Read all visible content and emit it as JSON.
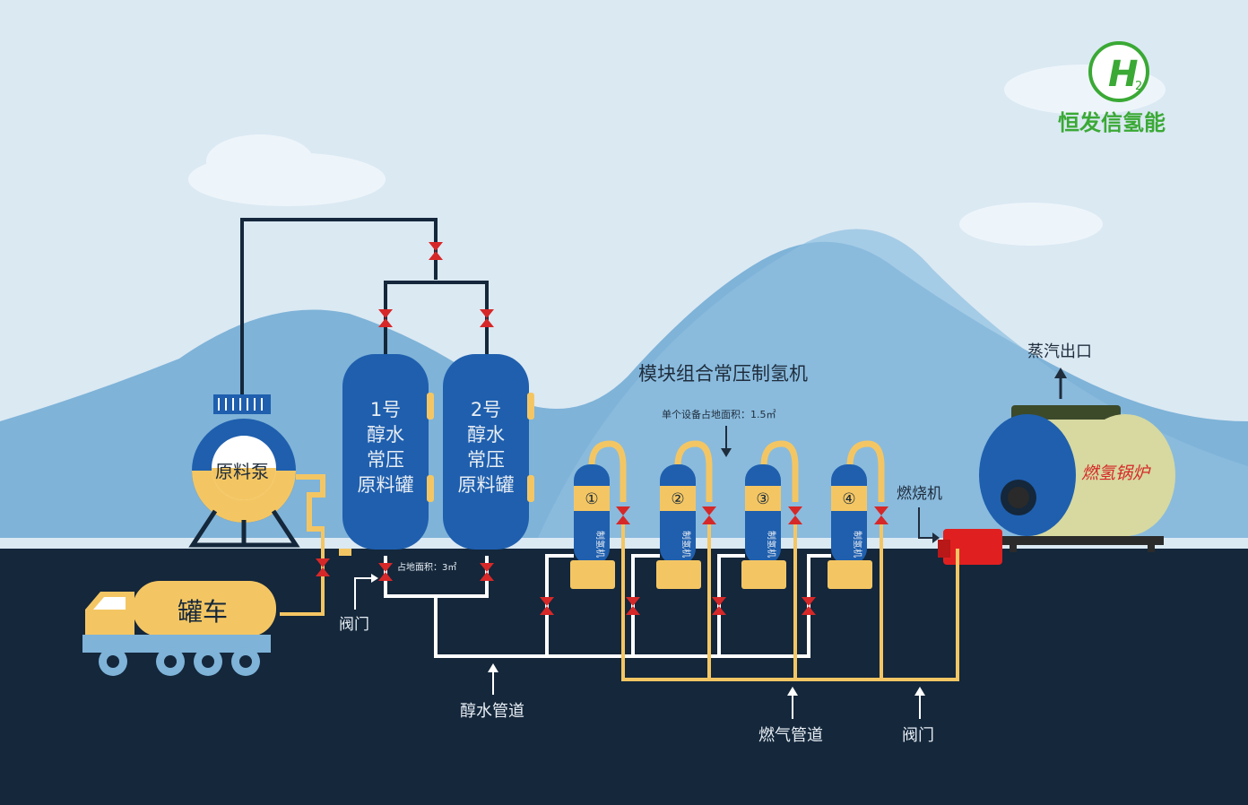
{
  "brand": {
    "logo_letter": "H",
    "logo_sub": "2",
    "name": "恒发信氢能",
    "color": "#3aa935"
  },
  "labels": {
    "raw_pump": "原料泵",
    "tank1": [
      "1号",
      "醇水",
      "常压",
      "原料罐"
    ],
    "tank2": [
      "2号",
      "醇水",
      "常压",
      "原料罐"
    ],
    "module_title": "模块组合常压制氢机",
    "module_area": "单个设备占地面积：1.5㎡",
    "tank_area": "占地面积：3㎡",
    "modules": [
      "①",
      "②",
      "③",
      "④"
    ],
    "module_text": "制氢机",
    "steam_out": "蒸汽出口",
    "boiler": "燃氢锅炉",
    "burner": "燃烧机",
    "truck": "罐车",
    "valve_left": "阀门",
    "water_pipe": "醇水管道",
    "gas_pipe": "燃气管道",
    "valve_right": "阀门"
  },
  "colors": {
    "sky": "#dbe9f3",
    "mountain": "#7fb3d8",
    "ground": "#14273b",
    "tank_blue": "#1f5fae",
    "pipe_yellow": "#f4c663",
    "valve_red": "#d62828",
    "boiler_shell": "#d7d9a0",
    "burner_red": "#e02020"
  }
}
